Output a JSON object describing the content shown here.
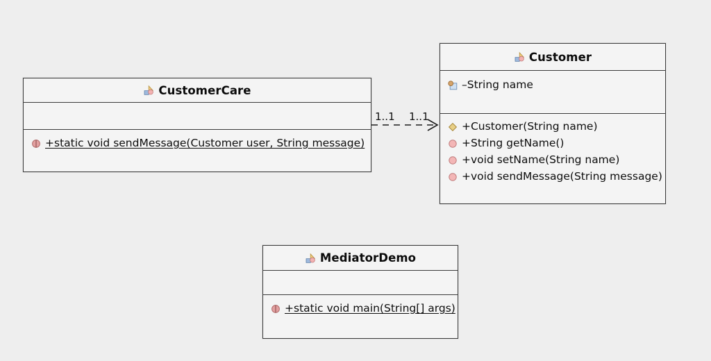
{
  "diagram": {
    "type": "uml-class-diagram",
    "background_color": "#eeeeee",
    "box_fill_color": "#f4f4f4",
    "border_color": "#3a3a3a"
  },
  "classes": [
    {
      "id": "customer-care",
      "name": "CustomerCare",
      "icon": "class-icon",
      "fields": [],
      "methods": [
        {
          "icon": "static-method-icon",
          "visibility": "+",
          "signature": "static void sendMessage(Customer user, String message)",
          "static": true
        }
      ]
    },
    {
      "id": "customer",
      "name": "Customer",
      "icon": "class-icon",
      "fields": [
        {
          "icon": "private-field-icon",
          "visibility": "–",
          "signature": "String name",
          "static": false
        }
      ],
      "methods": [
        {
          "icon": "constructor-icon",
          "visibility": "+",
          "signature": "Customer(String name)",
          "static": false
        },
        {
          "icon": "public-method-icon",
          "visibility": "+",
          "signature": "String getName()",
          "static": false
        },
        {
          "icon": "public-method-icon",
          "visibility": "+",
          "signature": "void setName(String name)",
          "static": false
        },
        {
          "icon": "public-method-icon",
          "visibility": "+",
          "signature": "void sendMessage(String message)",
          "static": false
        }
      ]
    },
    {
      "id": "mediator-demo",
      "name": "MediatorDemo",
      "icon": "class-icon",
      "fields": [],
      "methods": [
        {
          "icon": "static-method-icon",
          "visibility": "+",
          "signature": "static void main(String[] args)",
          "static": true
        }
      ]
    }
  ],
  "connector": {
    "from": "CustomerCare",
    "to": "Customer",
    "style": "dashed",
    "arrowhead": "open",
    "source_multiplicity": "1..1",
    "target_multiplicity": "1..1"
  }
}
